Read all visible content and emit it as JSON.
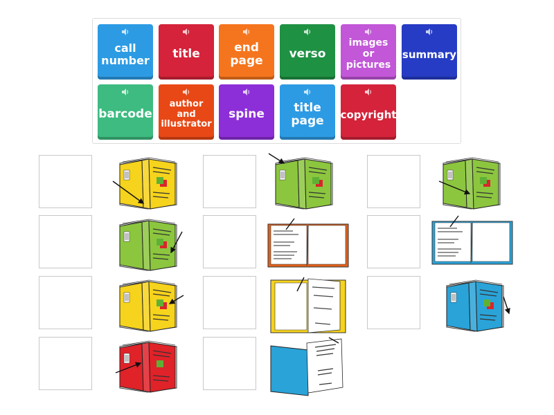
{
  "tiles": [
    {
      "label": "call\nnumber",
      "color": "#2d9be4",
      "icon": "speaker-icon"
    },
    {
      "label": "title",
      "color": "#d4233a",
      "icon": "speaker-icon"
    },
    {
      "label": "end\npage",
      "color": "#f5751e",
      "icon": "speaker-icon"
    },
    {
      "label": "verso",
      "color": "#1f9143",
      "icon": "speaker-icon"
    },
    {
      "label": "images\nor\npictures",
      "color": "#c257d8",
      "icon": "speaker-icon"
    },
    {
      "label": "summary",
      "color": "#263cc4",
      "icon": "speaker-icon"
    },
    {
      "label": "barcode",
      "color": "#3dbb80",
      "icon": "speaker-icon"
    },
    {
      "label": "author\nand\nillustrator",
      "color": "#e84815",
      "icon": "speaker-icon"
    },
    {
      "label": "spine",
      "color": "#8d2fd8",
      "icon": "speaker-icon"
    },
    {
      "label": "title\npage",
      "color": "#2d9be4",
      "icon": "speaker-icon"
    },
    {
      "label": "copyright",
      "color": "#d4233a",
      "icon": "speaker-icon"
    }
  ],
  "pictures": [
    {
      "kind": "closed",
      "color": "#f6d31c",
      "description_icon": "yellow-book-arrow-spine-icon"
    },
    {
      "kind": "closed",
      "color": "#8cc63f",
      "description_icon": "green-book-arrow-barcode-icon"
    },
    {
      "kind": "closed",
      "color": "#8cc63f",
      "description_icon": "green-book-arrow-bottom-icon"
    },
    {
      "kind": "closed",
      "color": "#8cc63f",
      "description_icon": "green-book-arrow-cover-icon"
    },
    {
      "kind": "open",
      "color": "#e0621e",
      "description_icon": "orange-open-book-verso-icon"
    },
    {
      "kind": "open",
      "color": "#2aa3d8",
      "description_icon": "blue-open-book-copyright-icon"
    },
    {
      "kind": "closed",
      "color": "#f6d31c",
      "description_icon": "yellow-book-arrow-title-icon"
    },
    {
      "kind": "open-blank",
      "color": "#f6d31c",
      "description_icon": "yellow-book-endpage-icon"
    },
    {
      "kind": "closed",
      "color": "#2aa3d8",
      "description_icon": "blue-book-arrow-author-icon"
    },
    {
      "kind": "closed",
      "color": "#e02229",
      "description_icon": "red-book-arrow-callnumber-icon"
    },
    {
      "kind": "open-title",
      "color": "#2aa3d8",
      "description_icon": "blue-book-titlepage-icon"
    }
  ]
}
